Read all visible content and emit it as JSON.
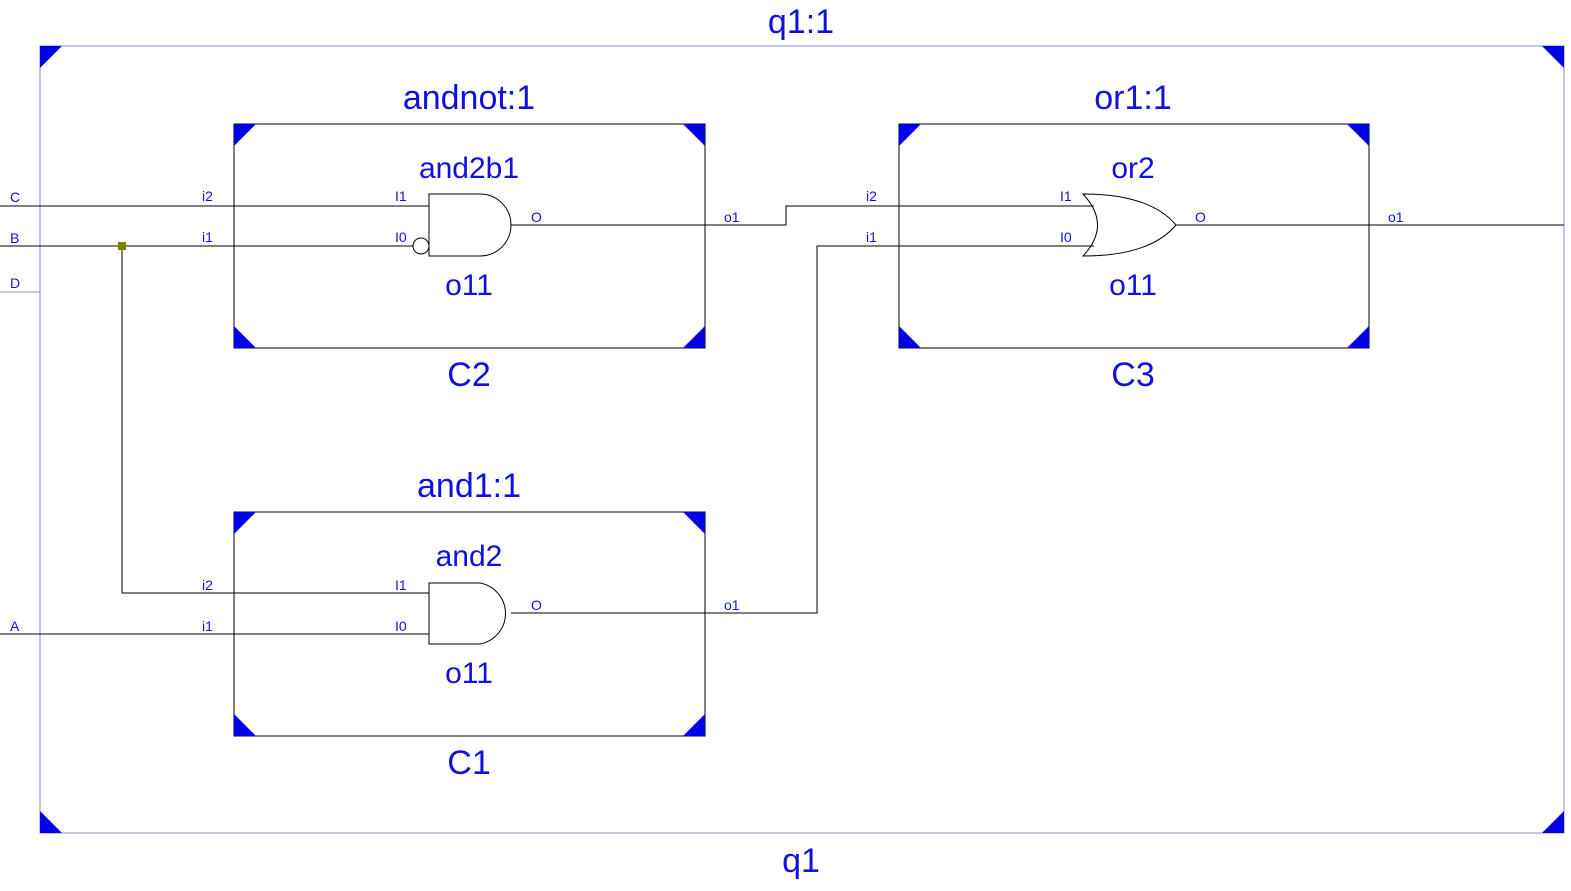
{
  "colors": {
    "label": "#1010e0",
    "wire": "#000000",
    "outer_frame": "#8a8ae0",
    "corner": "#0000e8",
    "junction": "#808000"
  },
  "outer": {
    "name": "q1:1",
    "instance": "q1"
  },
  "ports": {
    "c": "C",
    "b": "B",
    "d": "D",
    "a": "A"
  },
  "modules": {
    "andnot": {
      "name": "andnot:1",
      "instance": "C2",
      "gate": "and2b1",
      "gate_instance": "o11",
      "pin_i2": "i2",
      "pin_i1": "i1",
      "pin_I1": "I1",
      "pin_I0": "I0",
      "pin_O": "O",
      "pin_o1": "o1"
    },
    "and1": {
      "name": "and1:1",
      "instance": "C1",
      "gate": "and2",
      "gate_instance": "o11",
      "pin_i2": "i2",
      "pin_i1": "i1",
      "pin_I1": "I1",
      "pin_I0": "I0",
      "pin_O": "O",
      "pin_o1": "o1"
    },
    "or1": {
      "name": "or1:1",
      "instance": "C3",
      "gate": "or2",
      "gate_instance": "o11",
      "pin_i2": "i2",
      "pin_i1": "i1",
      "pin_I1": "I1",
      "pin_I0": "I0",
      "pin_O": "O",
      "pin_o1": "o1"
    }
  }
}
